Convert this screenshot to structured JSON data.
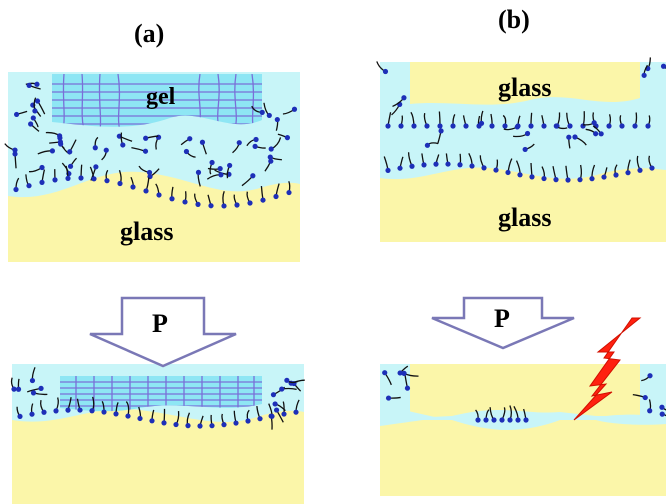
{
  "panel_a": {
    "label": "(a)",
    "top_gel_label": "gel",
    "top_substrate_label": "glass",
    "arrow_label": "P"
  },
  "panel_b": {
    "label": "(b)",
    "top_upper_label": "glass",
    "top_lower_label": "glass",
    "arrow_label": "P"
  },
  "colors": {
    "water": "#c8f5f8",
    "glass": "#fbf6a9",
    "gel_fill": "#8ee6f4",
    "gel_lines": "#7a6fd8",
    "molecule_head": "#1d2fb8",
    "molecule_tail": "#111111",
    "bolt": "#ff2010"
  }
}
